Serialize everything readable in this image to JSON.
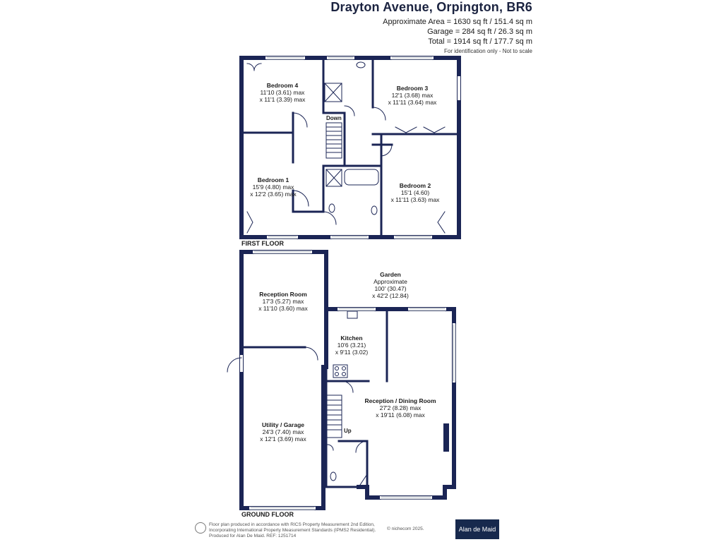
{
  "header": {
    "title": "Drayton Avenue, Orpington, BR6",
    "approx_area": "Approximate Area = 1630 sq ft / 151.4 sq m",
    "garage": "Garage = 284 sq ft / 26.3 sq m",
    "total": "Total = 1914 sq ft / 177.7 sq m",
    "note": "For identification only - Not to scale"
  },
  "floors": {
    "first": "FIRST FLOOR",
    "ground": "GROUND FLOOR"
  },
  "rooms": {
    "bedroom4": {
      "name": "Bedroom 4",
      "dim1": "11'10 (3.61) max",
      "dim2": "x 11'1 (3.39) max"
    },
    "bedroom3": {
      "name": "Bedroom 3",
      "dim1": "12'1 (3.68) max",
      "dim2": "x 11'11 (3.64) max"
    },
    "bedroom1": {
      "name": "Bedroom 1",
      "dim1": "15'9 (4.80) max",
      "dim2": "x 12'2 (3.65) max"
    },
    "bedroom2": {
      "name": "Bedroom 2",
      "dim1": "15'1 (4.60)",
      "dim2": "x 11'11 (3.63) max"
    },
    "garden": {
      "name": "Garden",
      "dim0": "Approximate",
      "dim1": "100' (30.47)",
      "dim2": "x 42'2 (12.84)"
    },
    "reception": {
      "name": "Reception Room",
      "dim1": "17'3 (5.27) max",
      "dim2": "x 11'10 (3.60) max"
    },
    "kitchen": {
      "name": "Kitchen",
      "dim1": "10'6 (3.21)",
      "dim2": "x 9'11 (3.02)"
    },
    "dining": {
      "name": "Reception / Dining Room",
      "dim1": "27'2 (8.28) max",
      "dim2": "x 19'11 (6.08) max"
    },
    "garage": {
      "name": "Utility / Garage",
      "dim1": "24'3 (7.40) max",
      "dim2": "x 12'1 (3.69) max"
    }
  },
  "stairs": {
    "down": "Down",
    "up": "Up"
  },
  "footer": {
    "line1": "Floor plan produced in accordance with RICS Property Measurement 2nd Edition,",
    "line2": "Incorporating International Property Measurement Standards (IPMS2 Residential).",
    "line3": "Produced for Alan De Maid.   REF: 1251714",
    "copyright": "© nichecom 2025.",
    "brand": "Alan de Maid"
  },
  "colors": {
    "wall": "#1b2555",
    "brand": "#17294d"
  }
}
